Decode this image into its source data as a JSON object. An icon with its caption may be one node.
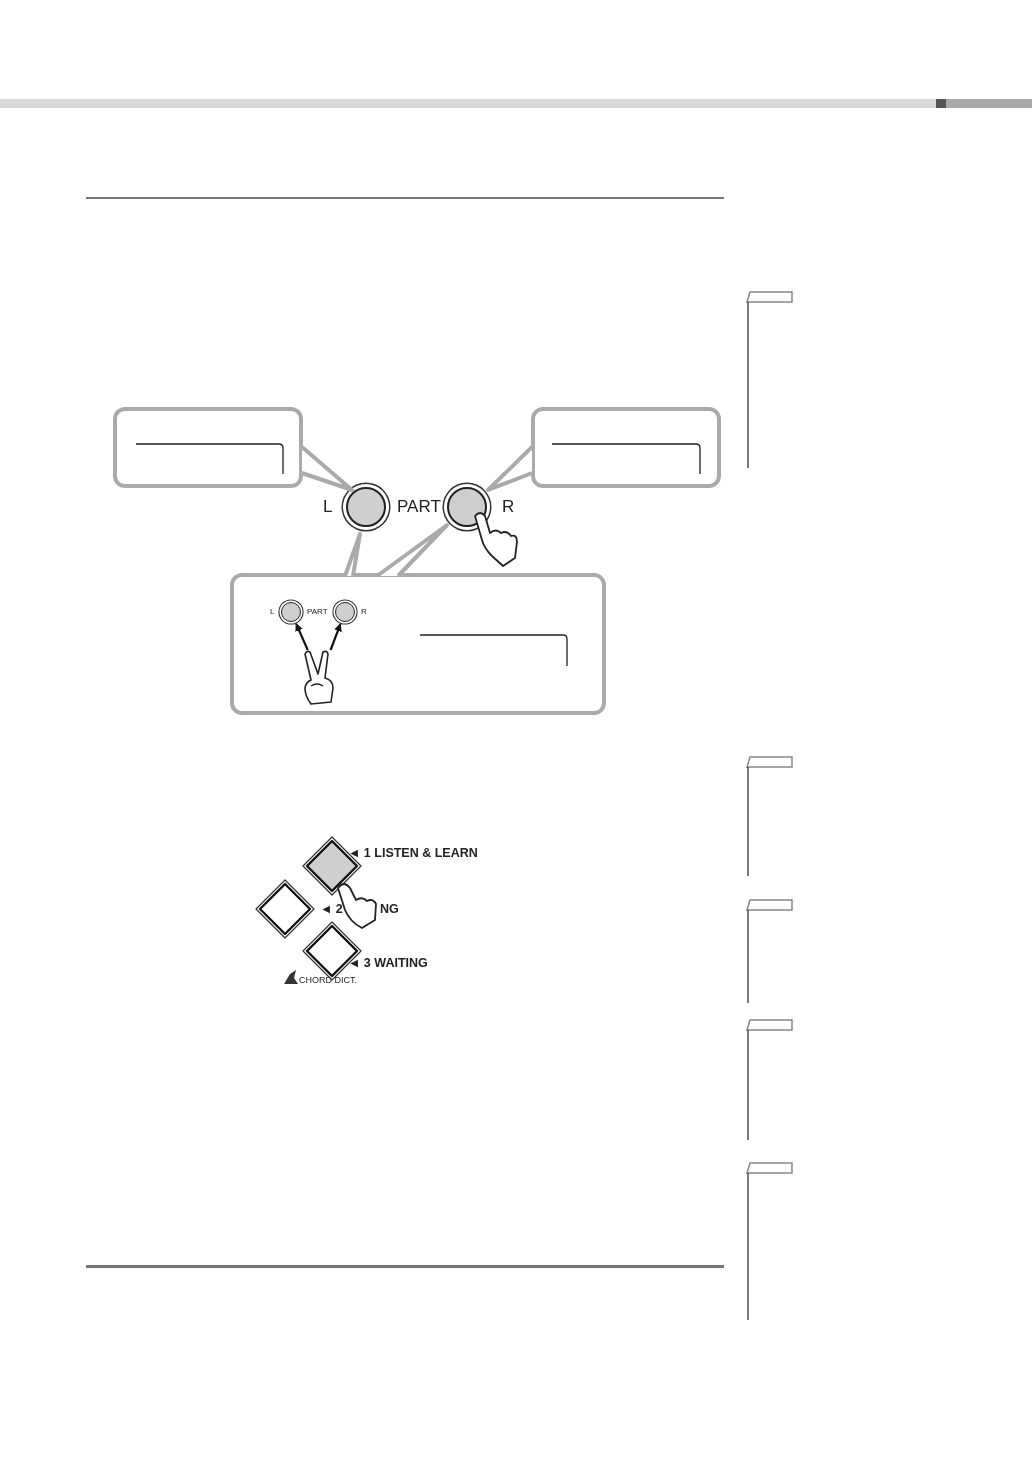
{
  "diagram": {
    "nodes": [
      {
        "text": [],
        "shape": "box"
      },
      {
        "text": [],
        "shape": "box"
      },
      {
        "text": [],
        "shape": "box"
      },
      {
        "text": [],
        "shape": "circle",
        "beside": [
          "L"
        ]
      },
      {
        "text": [],
        "shape": "circle",
        "beside": [
          "R"
        ]
      },
      {
        "text": [],
        "shape": "circle",
        "in": 2,
        "beside": [
          "L"
        ]
      },
      {
        "text": [],
        "shape": "circle",
        "in": 2,
        "beside": [
          "R"
        ]
      },
      {
        "text": [],
        "shape": "picture",
        "in": 2
      }
    ],
    "edges": [
      {
        "from": 7,
        "to": 5,
        "arrow": "to"
      },
      {
        "from": 7,
        "to": 6,
        "arrow": "to"
      }
    ],
    "labels": [
      "PART",
      "PART",
      "◄ 1 LISTEN & LEARN",
      "◄ 2",
      "NG",
      "◄ 3 WAITING",
      "CHORD DICT."
    ]
  }
}
